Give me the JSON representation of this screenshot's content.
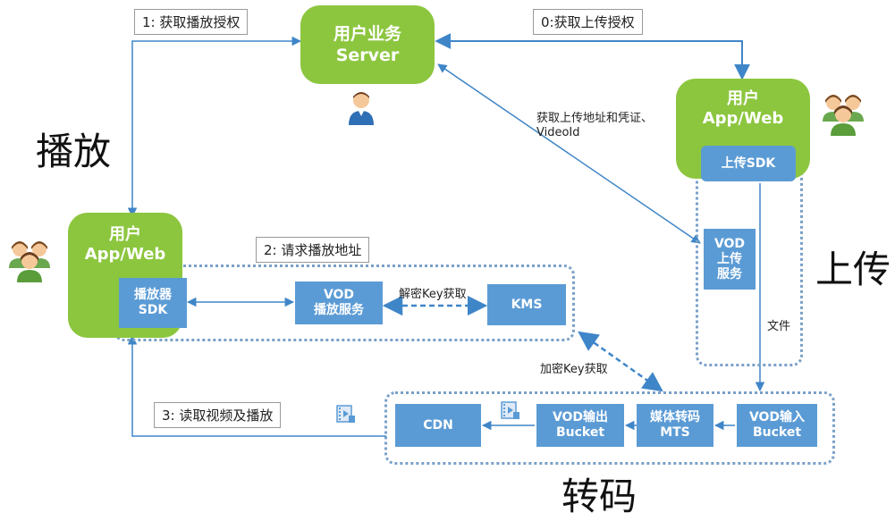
{
  "nodes": {
    "server": [
      "用户业务",
      "Server"
    ],
    "upload_user": [
      "用户",
      "App/Web"
    ],
    "play_user": [
      "用户",
      "App/Web"
    ],
    "upload_sdk": "上传SDK",
    "vod_upload_service": [
      "VOD",
      "上传",
      "服务"
    ],
    "player_sdk": [
      "播放器",
      "SDK"
    ],
    "vod_play_service": [
      "VOD",
      "播放服务"
    ],
    "kms": "KMS",
    "cdn": "CDN",
    "vod_output_bucket": [
      "VOD输出",
      "Bucket"
    ],
    "mts": [
      "媒体转码",
      "MTS"
    ],
    "vod_input_bucket": [
      "VOD输入",
      "Bucket"
    ]
  },
  "labels": {
    "step0": "0:获取上传授权",
    "step1": "1: 获取播放授权",
    "step2": "2: 请求播放地址",
    "step3": "3: 读取视频及播放",
    "get_upload_addr": [
      "获取上传地址和凭证、",
      "VideoId"
    ],
    "decrypt_key": "解密Key获取",
    "encrypt_key": "加密Key获取",
    "file": "文件"
  },
  "sections": {
    "play": "播放",
    "upload": "上传",
    "transcode": "转码"
  },
  "colors": {
    "green": "#8cc63f",
    "blue": "#5b9bd5",
    "arrow": "#3f86c8",
    "dotted_border": "#7aa0c8"
  }
}
